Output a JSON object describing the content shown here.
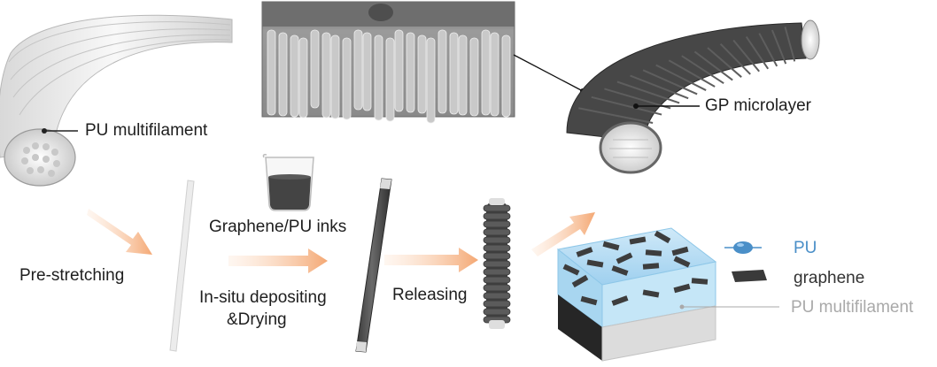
{
  "labels": {
    "pu_multifilament": "PU multifilament",
    "gp_microlayer": "GP microlayer",
    "graphene_pu_inks": "Graphene/PU inks",
    "pre_stretching": "Pre-stretching",
    "insitu_line1": "In-situ depositing",
    "insitu_line2": "&Drying",
    "releasing": "Releasing"
  },
  "legend": {
    "pu": "PU",
    "graphene": "graphene",
    "pu_multifilament": "PU multifilament"
  },
  "colors": {
    "arrow": "#f6b98b",
    "fiber_dark": "#4a4a4a",
    "fiber_light": "#e6e6e6",
    "pu_blue": "#4a8fc8",
    "matrix_blue": "#bfe3f6",
    "legend_gray": "#a9a9a9"
  },
  "icons": {
    "sem_image": "sem-micrograph",
    "beaker": "beaker-icon",
    "arrow": "process-arrow-icon",
    "pu_symbol": "pu-droplet-icon",
    "graphene_symbol": "graphene-flake-icon"
  }
}
